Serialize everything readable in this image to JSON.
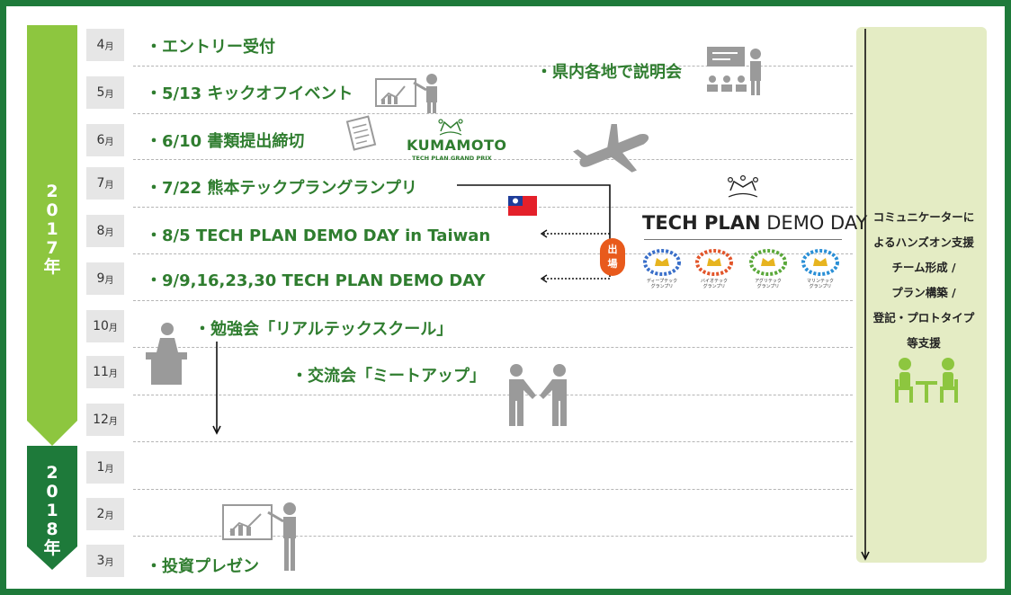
{
  "years": [
    {
      "chars": [
        "2",
        "0",
        "1",
        "7",
        "年"
      ],
      "color": "#8dc63f"
    },
    {
      "chars": [
        "2",
        "0",
        "1",
        "8",
        "年"
      ],
      "color": "#1e7a3a"
    }
  ],
  "months": [
    {
      "num": "4",
      "unit": "月"
    },
    {
      "num": "5",
      "unit": "月"
    },
    {
      "num": "6",
      "unit": "月"
    },
    {
      "num": "7",
      "unit": "月"
    },
    {
      "num": "8",
      "unit": "月"
    },
    {
      "num": "9",
      "unit": "月"
    },
    {
      "num": "10",
      "unit": "月"
    },
    {
      "num": "11",
      "unit": "月"
    },
    {
      "num": "12",
      "unit": "月"
    },
    {
      "num": "1",
      "unit": "月"
    },
    {
      "num": "2",
      "unit": "月"
    },
    {
      "num": "3",
      "unit": "月"
    }
  ],
  "events": {
    "entry": "・エントリー受付",
    "kickoff": "・5/13 キックオフイベント",
    "deadline": "・6/10 書類提出締切",
    "grandprix": "・7/22 熊本テックプラングランプリ",
    "taiwan": "・8/5 TECH PLAN DEMO DAY in Taiwan",
    "demoday": "・9/9,16,23,30 TECH PLAN DEMO DAY",
    "study": "・勉強会「リアルテックスクール」",
    "meetup": "・交流会「ミートアップ」",
    "briefing": "・県内各地で説明会",
    "pitch": "・投資プレゼン"
  },
  "stamp": [
    "出",
    "場"
  ],
  "kumamoto_logo": {
    "title": "KUMAMOTO",
    "subtitle": "TECH PLAN GRAND PRIX"
  },
  "demo_logo": {
    "title_bold": "TECH PLAN",
    "title_light": " DEMO DAY",
    "badges": [
      {
        "line1": "ディープテック",
        "line2": "グランプリ",
        "color": "#3a6fc9"
      },
      {
        "line1": "バイオテック",
        "line2": "グランプリ",
        "color": "#e2552a"
      },
      {
        "line1": "アグリテック",
        "line2": "グランプリ",
        "color": "#5aa83a"
      },
      {
        "line1": "マリンテック",
        "line2": "グランプリ",
        "color": "#2a8fd6"
      }
    ]
  },
  "support": {
    "lines": [
      "コミュニケーターに",
      "よるハンズオン支援",
      "チーム形成 /",
      "プラン構築 /",
      "登記・プロトタイプ",
      "等支援"
    ]
  },
  "colors": {
    "frame": "#1e7a3a",
    "event_text": "#2f7d2f",
    "support_panel": "#e4ecc4",
    "icon_gray": "#9a9a9a",
    "stamp": "#e85a1c"
  },
  "icons": [
    "presentation-icon",
    "document-icon",
    "airplane-icon",
    "taiwan-flag-icon",
    "lecturer-icon",
    "handshake-icon",
    "audience-icon",
    "meeting-table-icon",
    "crown-icon",
    "laurel-badge-icon"
  ]
}
